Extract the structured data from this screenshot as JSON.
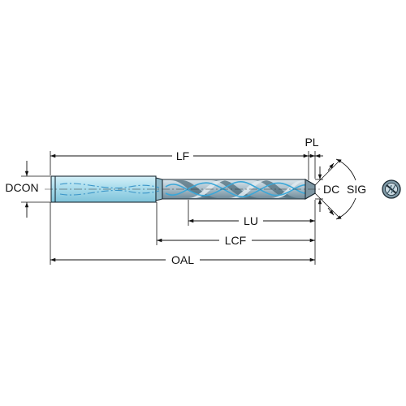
{
  "labels": {
    "lf": "LF",
    "pl": "PL",
    "dcon": "DCON",
    "dc": "DC",
    "sig": "SIG",
    "lu": "LU",
    "lcf": "LCF",
    "oal": "OAL"
  },
  "colors": {
    "shank_fill": "#a9dcec",
    "body_fill": "#b7c8d2",
    "flute_highlight": "#3aa7d8",
    "outline": "#1c2a33"
  },
  "icons": {
    "end_view": "drill-end-view-icon"
  }
}
